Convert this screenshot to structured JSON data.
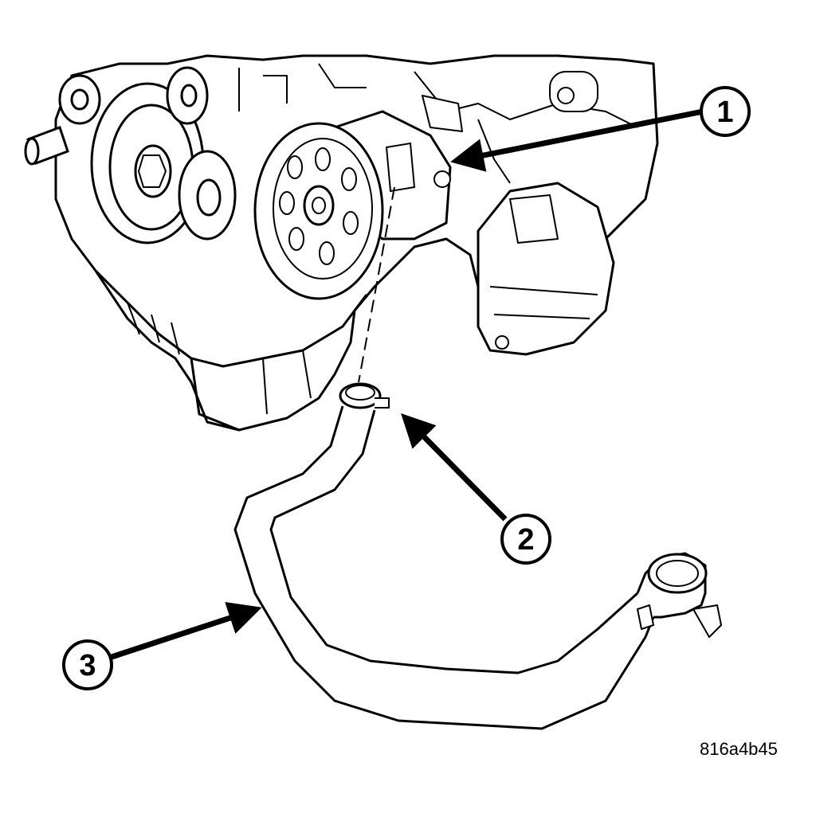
{
  "diagram": {
    "figure_id": "816a4b45",
    "callouts": [
      {
        "number": "1",
        "refers_to": "power-steering-pump"
      },
      {
        "number": "2",
        "refers_to": "hose-clamp"
      },
      {
        "number": "3",
        "refers_to": "hose"
      }
    ]
  },
  "colors": {
    "line": "#000000",
    "background": "#ffffff"
  }
}
